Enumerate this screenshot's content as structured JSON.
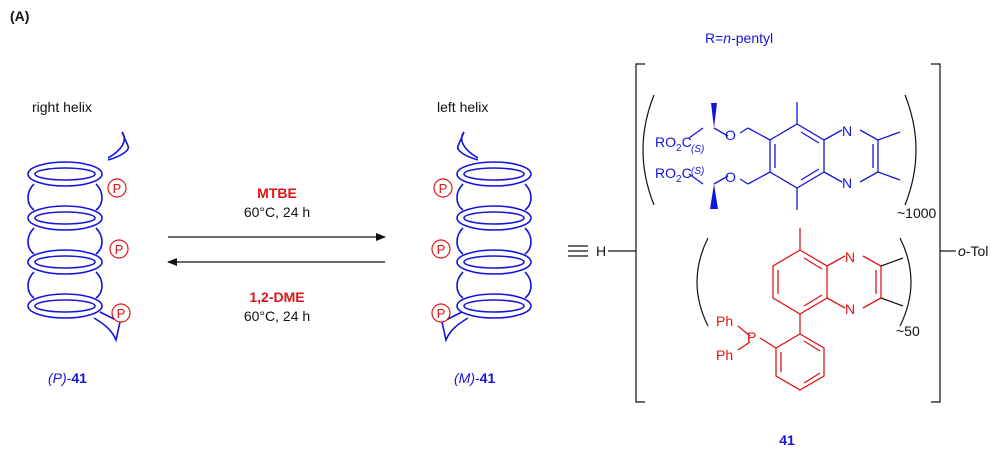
{
  "panel_label": "(A)",
  "r_group": {
    "prefix": "R=",
    "italic": "n",
    "suffix": "-pentyl"
  },
  "left_label": "right helix",
  "right_label": "left helix",
  "helix_marker": "P",
  "forward": {
    "solvent": "MTBE",
    "conditions": "60°C, 24 h"
  },
  "reverse": {
    "solvent": "1,2-DME",
    "conditions": "60°C, 24 h"
  },
  "left_compound": {
    "descriptor": "(P)",
    "number": "41"
  },
  "right_compound": {
    "descriptor": "(M)",
    "number": "41"
  },
  "polymer": {
    "start_group": "H",
    "end_group_italic": "o",
    "end_group_suffix": "-Tol",
    "upper_unit": {
      "ester_ro": "RO",
      "ester_sub": "2",
      "ester_c": "C",
      "stereo": "(S)",
      "oxygen": "O",
      "ring_n": "N",
      "repeat": "~1000"
    },
    "lower_unit": {
      "ph": "Ph",
      "phosphorus": "P",
      "ring_n": "N",
      "repeat": "~50"
    },
    "compound_number": "41"
  },
  "colors": {
    "blue": "#1515d9",
    "red": "#e01414",
    "black": "#111111"
  }
}
